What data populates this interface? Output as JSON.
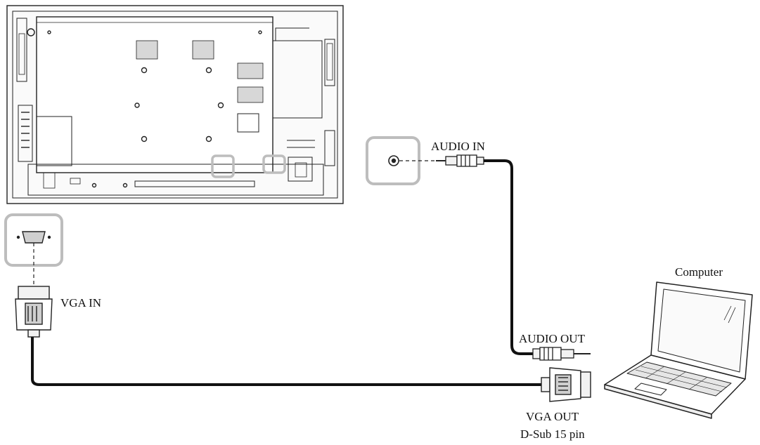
{
  "labels": {
    "audio_in": "AUDIO IN",
    "vga_in": "VGA IN",
    "computer": "Computer",
    "audio_out": "AUDIO OUT",
    "vga_out": "VGA OUT",
    "vga_out_sub": "D-Sub 15 pin"
  },
  "colors": {
    "line": "#222222",
    "highlight": "#bdbdbd",
    "fill": "#f2f2f2",
    "cable": "#111111"
  },
  "icons": [
    "display-rear-panel-icon",
    "vga-port-icon",
    "audio-jack-port-icon",
    "vga-plug-icon",
    "audio-plug-icon",
    "laptop-icon"
  ]
}
